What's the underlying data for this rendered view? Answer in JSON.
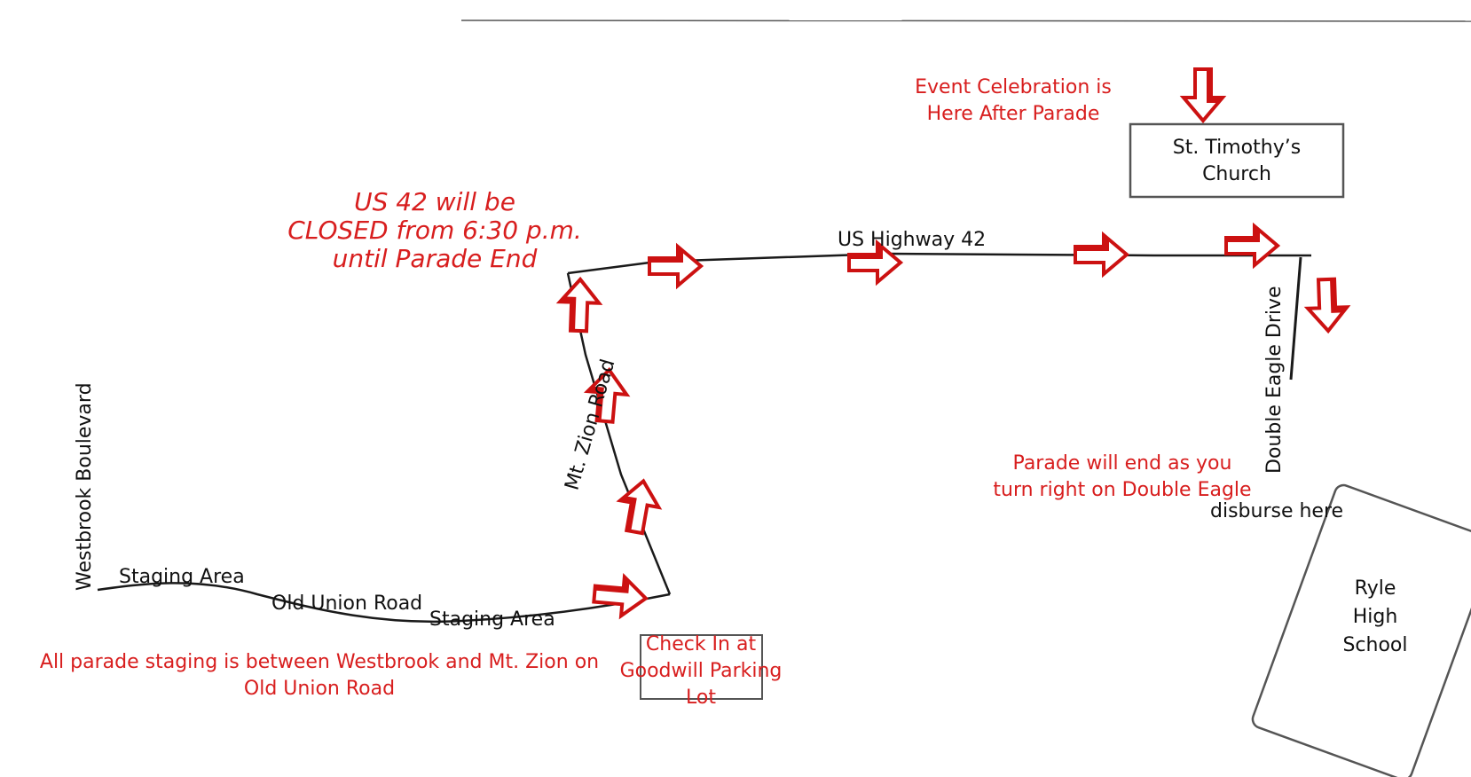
{
  "colors": {
    "route_line": "#1a1a1a",
    "arrow": "#cc1111",
    "annotation": "#d81e1e"
  },
  "roads": {
    "us42": "US Highway 42",
    "mt_zion": "Mt. Zion Road",
    "westbrook": "Westbrook Boulevard",
    "old_union": "Old Union Road",
    "double_eagle": "Double Eagle Drive"
  },
  "staging": {
    "area_1": "Staging Area",
    "area_2": "Staging Area"
  },
  "buildings": {
    "church_line1": "St. Timothy’s",
    "church_line2": "Church",
    "school_line1": "Ryle",
    "school_line2": "High",
    "school_line3": "School"
  },
  "notes": {
    "closure_line1": "US 42 will be",
    "closure_line2": "CLOSED from 6:30 p.m.",
    "closure_line3": "until Parade End",
    "celebration_line1": "Event Celebration is",
    "celebration_line2": "Here After Parade",
    "end_line1": "Parade will end as you",
    "end_line2": "turn right on Double Eagle",
    "disburse": "disburse here",
    "staging_line1": "All parade staging is between Westbrook and Mt. Zion on",
    "staging_line2": "Old Union Road",
    "checkin_line1": "Check In at",
    "checkin_line2": "Goodwill Parking",
    "checkin_line3": "Lot"
  },
  "icons": {
    "direction_arrow": "block-arrow-icon"
  }
}
